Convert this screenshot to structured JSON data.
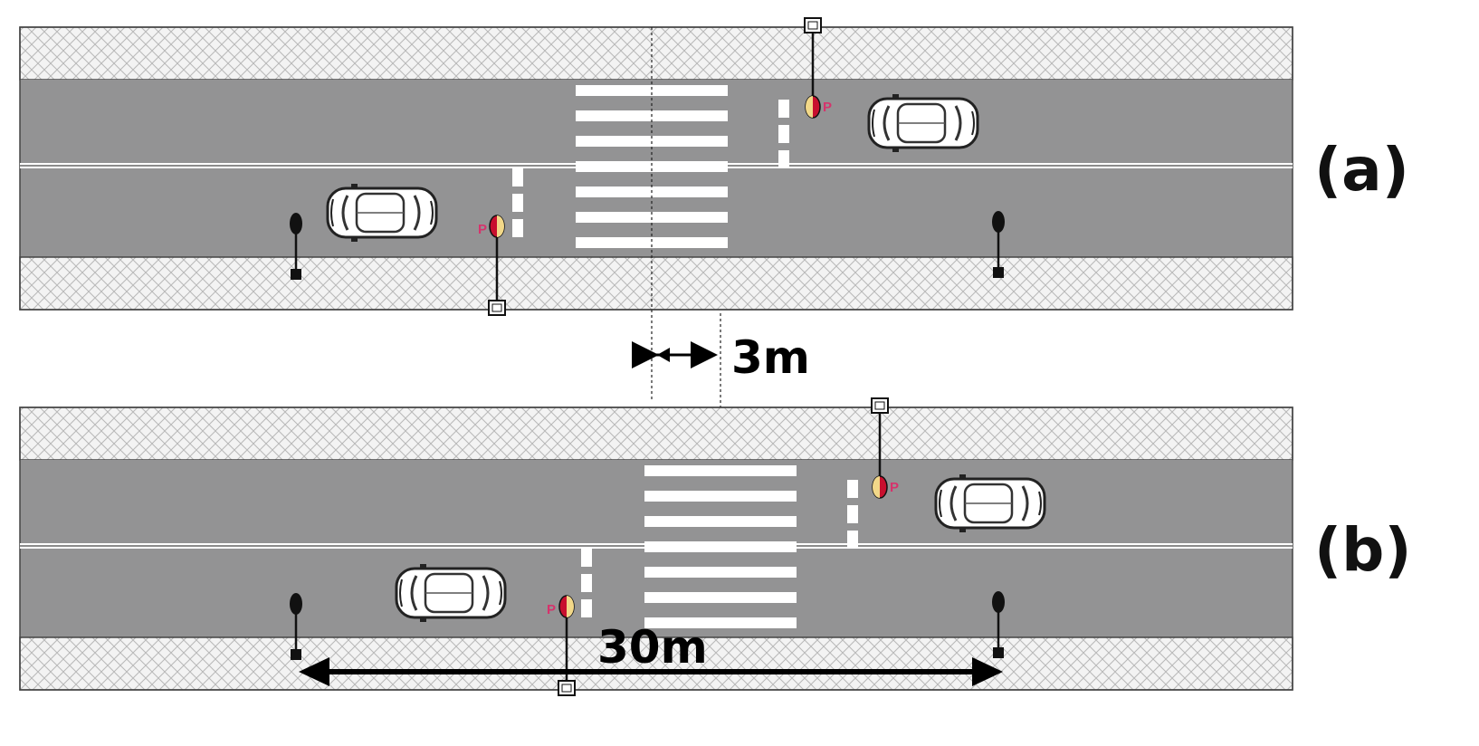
{
  "panels": [
    {
      "label": "(a)"
    },
    {
      "label": "(b)"
    }
  ],
  "dimensions": {
    "offset": "3m",
    "span": "30m"
  },
  "signal_label": "P",
  "colors": {
    "road": "#939394",
    "sidewalk": "#f3f3f3",
    "hatch": "#b5b5b5",
    "marking": "#ffffff",
    "signal_red": "#c8102e",
    "signal_yellow": "#f2d889",
    "signal_label": "#d6336c",
    "arrow": "#000000"
  }
}
